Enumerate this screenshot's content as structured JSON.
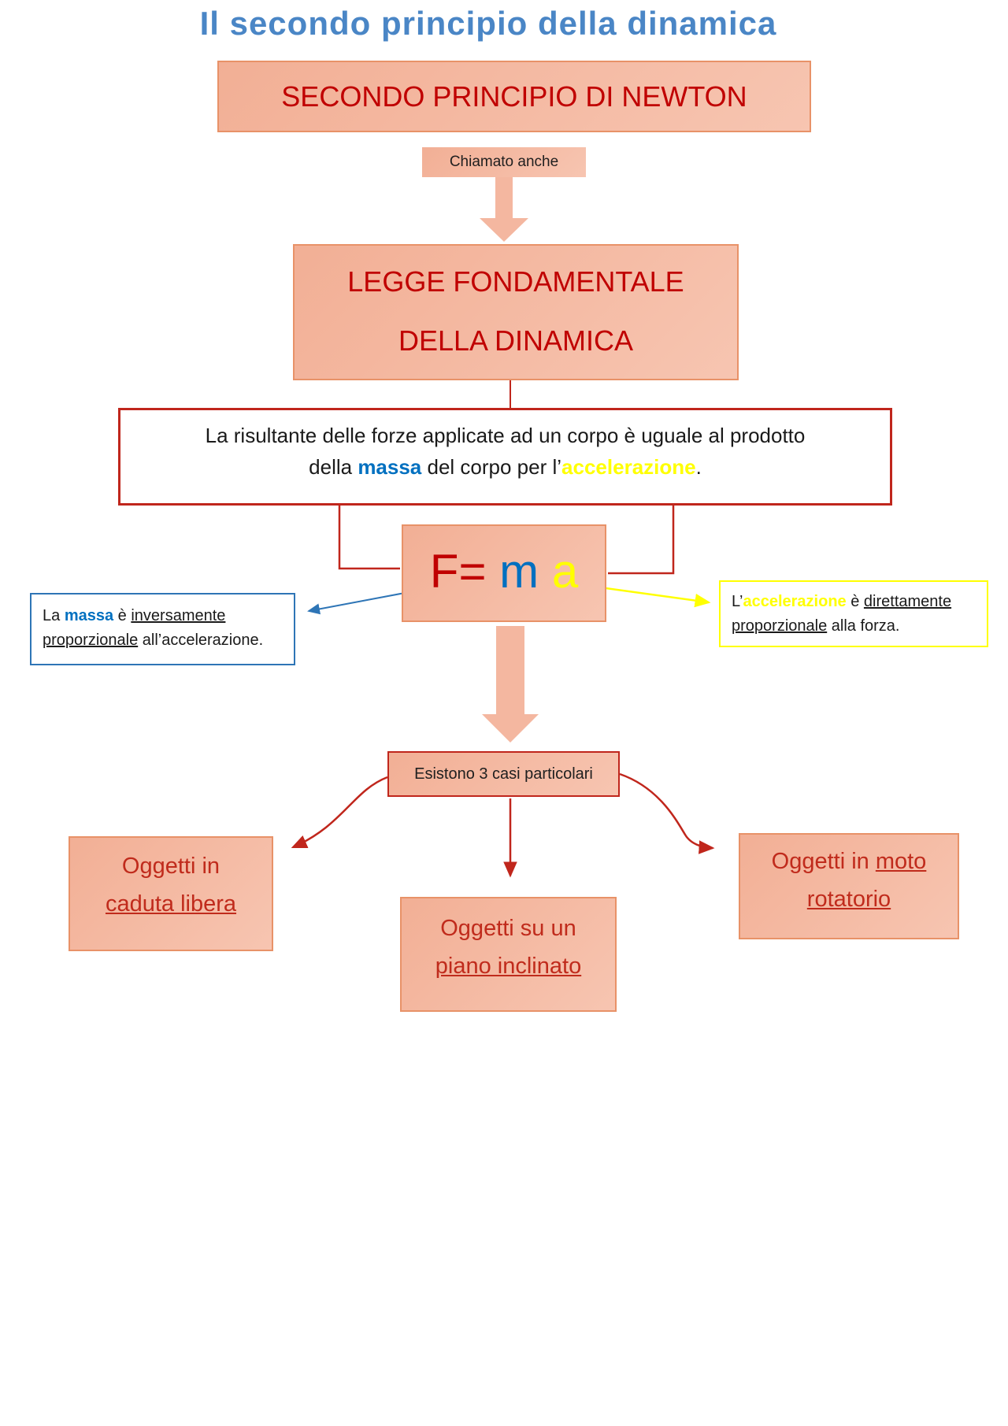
{
  "page": {
    "title": "Il secondo principio della dinamica"
  },
  "colors": {
    "title_blue": "#4A86C6",
    "box_fill_top": "#F2AF95",
    "box_fill_bottom": "#F7C5B1",
    "box_border_orange": "#E89268",
    "heading_red": "#C00000",
    "connector_red": "#C0261C",
    "massa_blue": "#0070C0",
    "accelerazione_yellow": "#FFFF00",
    "note_border_blue": "#2E75B6",
    "arrow_salmon": "#F4B7A0"
  },
  "newton_box": {
    "label": "SECONDO PRINCIPIO DI NEWTON"
  },
  "chiamato_box": {
    "label": "Chiamato anche"
  },
  "legge_box": {
    "line1": "LEGGE FONDAMENTALE",
    "line2": "DELLA DINAMICA"
  },
  "definizione_box": {
    "line1": "La risultante delle forze applicate ad un corpo è uguale al prodotto",
    "line2_pre": "della ",
    "line2_massa": "massa",
    "line2_mid": " del corpo per l’",
    "line2_accelerazione": "accelerazione",
    "line2_end": "."
  },
  "formula_box": {
    "f": "F=",
    "m": " m",
    "a": " a"
  },
  "massa_note": {
    "pre": "La ",
    "massa": "massa",
    "mid": " è ",
    "underlined": "inversamente proporzionale",
    "end": " all’accelerazione."
  },
  "accelerazione_note": {
    "pre": "L’",
    "accelerazione": "accelerazione",
    "mid": " è ",
    "underlined": "direttamente proporzionale",
    "end": " alla forza."
  },
  "casi_box": {
    "label": "Esistono 3 casi particolari"
  },
  "caso_caduta_libera": {
    "line1": "Oggetti in",
    "line2_underlined": "caduta libera"
  },
  "caso_piano_inclinato": {
    "line1": "Oggetti su un",
    "line2_underlined": "piano inclinato"
  },
  "caso_moto_rotatorio": {
    "line1_pre": "Oggetti in ",
    "line1_underlined": "moto",
    "line2_underlined": "rotatorio"
  }
}
